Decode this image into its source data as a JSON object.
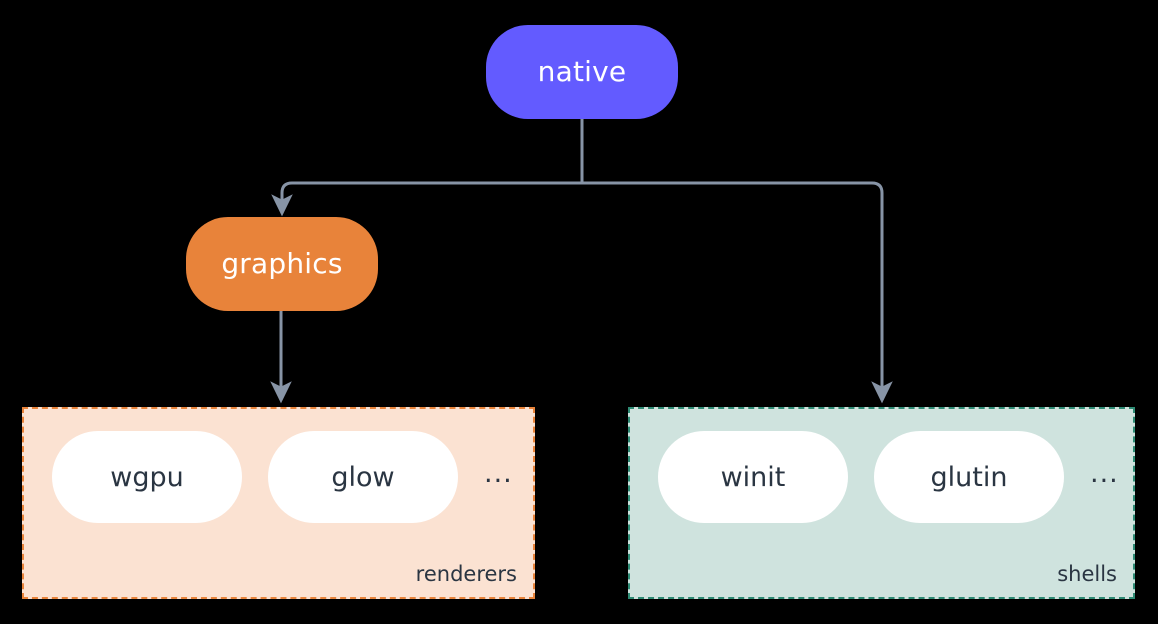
{
  "diagram": {
    "title": "native",
    "background_color": "#000000",
    "edge_color": "#8794A6",
    "nodes": [
      {
        "id": "native",
        "label": "native",
        "color": "#635BFF",
        "text_color": "#FFFFFF"
      },
      {
        "id": "graphics",
        "label": "graphics",
        "color": "#E8833A",
        "text_color": "#FFFFFF"
      }
    ],
    "groups": [
      {
        "id": "renderers",
        "label": "renderers",
        "fill_color": "#FBE2D2",
        "border_color": "#E8833A",
        "border_style": "dashed",
        "items": [
          {
            "label": "wgpu"
          },
          {
            "label": "glow"
          }
        ],
        "overflow_indicator": "..."
      },
      {
        "id": "shells",
        "label": "shells",
        "fill_color": "#CFE3DE",
        "border_color": "#2E8B74",
        "border_style": "dashed",
        "items": [
          {
            "label": "winit"
          },
          {
            "label": "glutin"
          }
        ],
        "overflow_indicator": "..."
      }
    ],
    "edges": [
      {
        "from": "native",
        "to": "graphics",
        "arrow": true
      },
      {
        "from": "native",
        "to": "shells",
        "arrow": true
      },
      {
        "from": "graphics",
        "to": "renderers",
        "arrow": true
      }
    ]
  }
}
